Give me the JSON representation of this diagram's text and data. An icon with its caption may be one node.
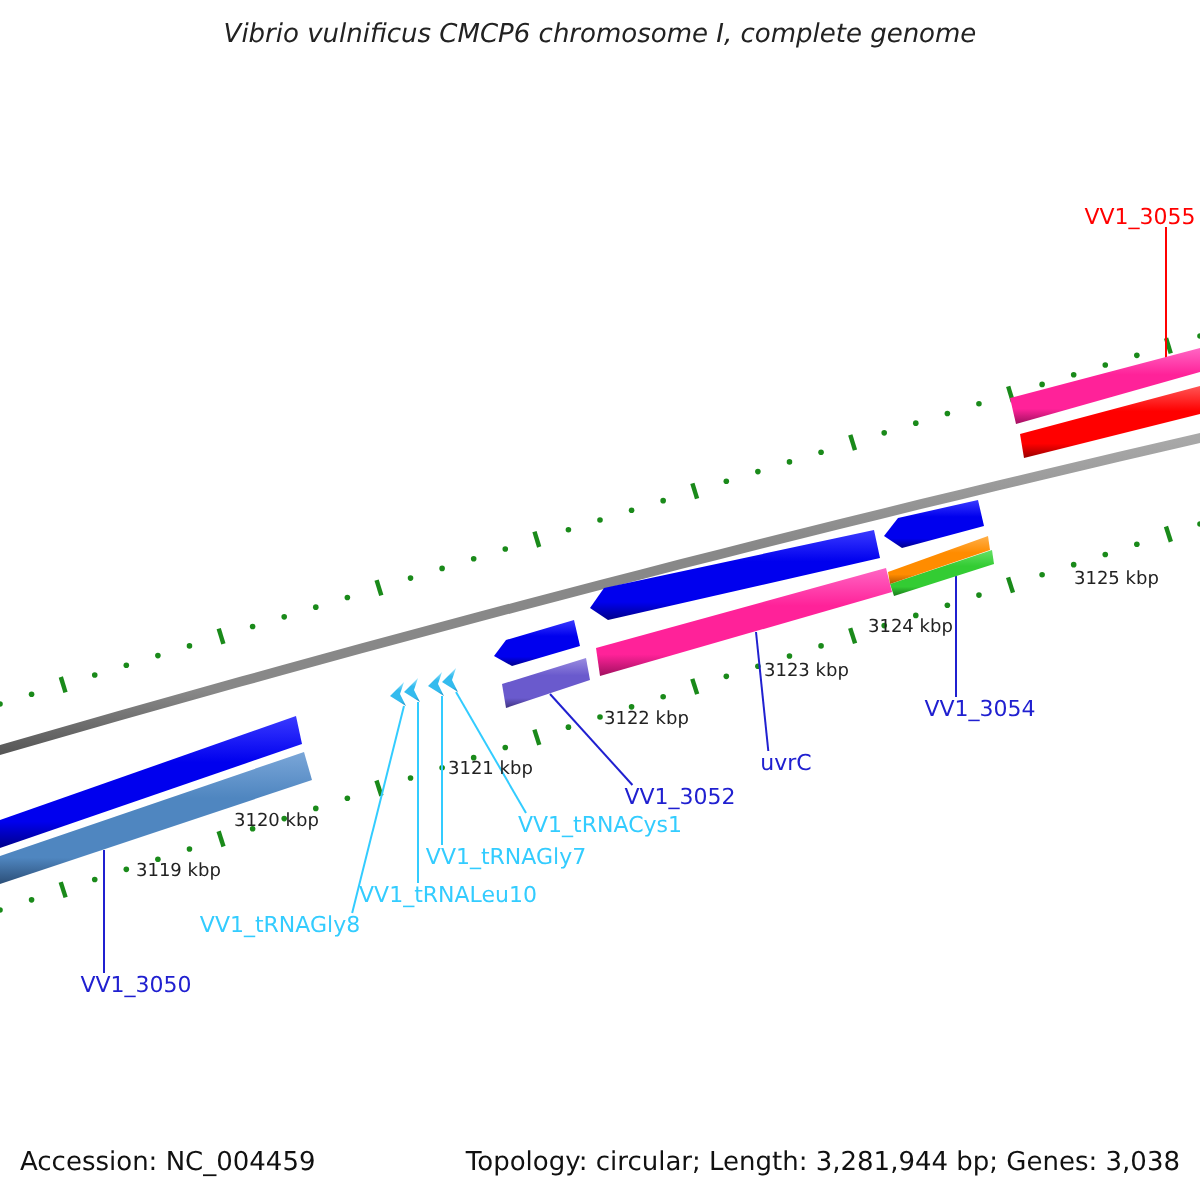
{
  "diagram": {
    "title": "Vibrio vulnificus CMCP6 chromosome I, complete genome",
    "nodes": [
      {
        "text": [
          "VV1_3055"
        ]
      },
      {
        "text": [],
        "shape": "bar"
      },
      {
        "text": [
          "VV1_3054"
        ]
      },
      {
        "text": [],
        "shape": "bar"
      },
      {
        "text": [
          "uvrC"
        ]
      },
      {
        "text": [],
        "shape": "bar"
      },
      {
        "text": [
          "VV1_3052"
        ]
      },
      {
        "text": [],
        "shape": "bar"
      },
      {
        "text": [
          "VV1_tRNACys1"
        ]
      },
      {
        "text": [
          "VV1_tRNAGly7"
        ]
      },
      {
        "text": [
          "VV1_tRNALeu10"
        ]
      },
      {
        "text": [
          "VV1_tRNAGly8"
        ]
      },
      {
        "text": [],
        "shape": "arrow"
      },
      {
        "text": [],
        "shape": "arrow"
      },
      {
        "text": [],
        "shape": "arrow"
      },
      {
        "text": [],
        "shape": "arrow"
      },
      {
        "text": [
          "VV1_3050"
        ]
      },
      {
        "text": [],
        "shape": "bar"
      },
      {
        "text": [],
        "shape": "bar"
      },
      {
        "text": [],
        "shape": "bar"
      },
      {
        "text": [],
        "shape": "bar"
      },
      {
        "text": [],
        "shape": "bar"
      },
      {
        "text": [],
        "shape": "bar"
      },
      {
        "text": [],
        "shape": "bar"
      },
      {
        "text": [],
        "shape": "bar"
      }
    ],
    "edges": [
      {
        "from": 0,
        "to": 1,
        "arrow": "none",
        "color": "#ff0000"
      },
      {
        "from": 2,
        "to": 3,
        "arrow": "none",
        "color": "#2020d0"
      },
      {
        "from": 4,
        "to": 5,
        "arrow": "none",
        "color": "#2020d0"
      },
      {
        "from": 6,
        "to": 7,
        "arrow": "none",
        "color": "#2020d0"
      },
      {
        "from": 8,
        "to": 15,
        "arrow": "none",
        "color": "#33ccff"
      },
      {
        "from": 9,
        "to": 14,
        "arrow": "none",
        "color": "#33ccff"
      },
      {
        "from": 10,
        "to": 13,
        "arrow": "none",
        "color": "#33ccff"
      },
      {
        "from": 11,
        "to": 12,
        "arrow": "none",
        "color": "#33ccff"
      },
      {
        "from": 16,
        "to": 17,
        "arrow": "none",
        "color": "#2020d0"
      }
    ],
    "labels": [
      "3119 kbp",
      "3120 kbp",
      "3121 kbp",
      "3122 kbp",
      "3123 kbp",
      "3124 kbp",
      "3125 kbp",
      "Accession: NC_004459",
      "Topology: circular; Length: 3,281,944 bp; Genes: 3,038"
    ]
  }
}
